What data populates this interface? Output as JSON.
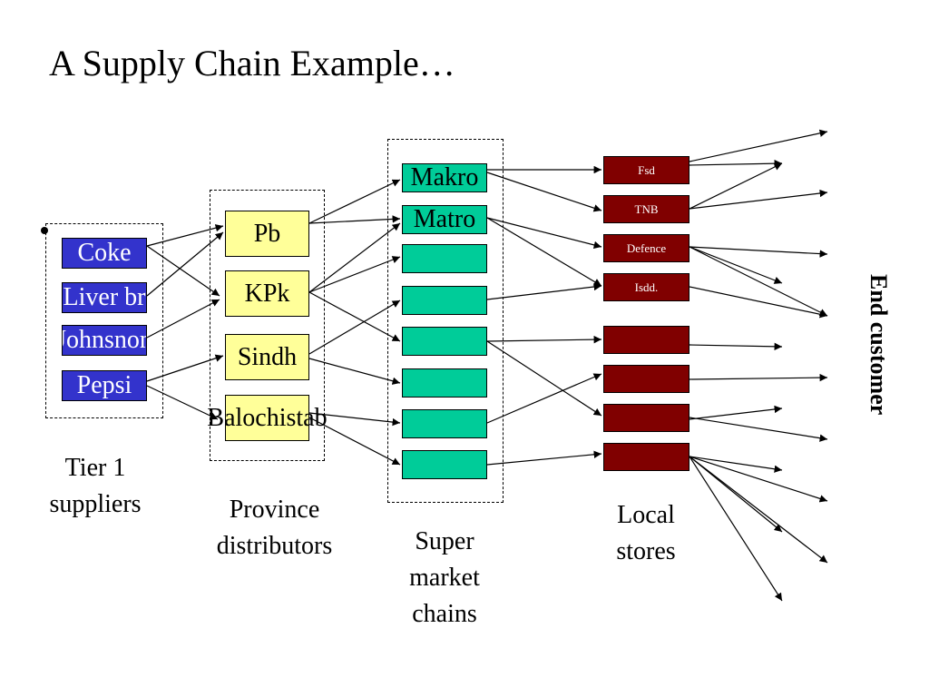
{
  "title": "A Supply Chain Example…",
  "suppliers": [
    "Coke",
    "Liver br",
    "Johnsnon",
    "Pepsi"
  ],
  "provinces": [
    "Pb",
    "KPk",
    "Sindh",
    "Balochistab"
  ],
  "chains": [
    "Makro",
    "Matro",
    "",
    "",
    "",
    "",
    "",
    ""
  ],
  "stores": [
    "Fsd",
    "TNB",
    "Defence",
    "Isdd.",
    "",
    "",
    "",
    ""
  ],
  "labels": {
    "tier1": "Tier 1 suppliers",
    "province": "Province distributors",
    "super": "Super market chains",
    "local": "Local stores",
    "end_customer": "End customer"
  },
  "colors": {
    "supplier": "#3333cc",
    "province": "#ffff99",
    "chain": "#00cc99",
    "store": "#800000"
  }
}
